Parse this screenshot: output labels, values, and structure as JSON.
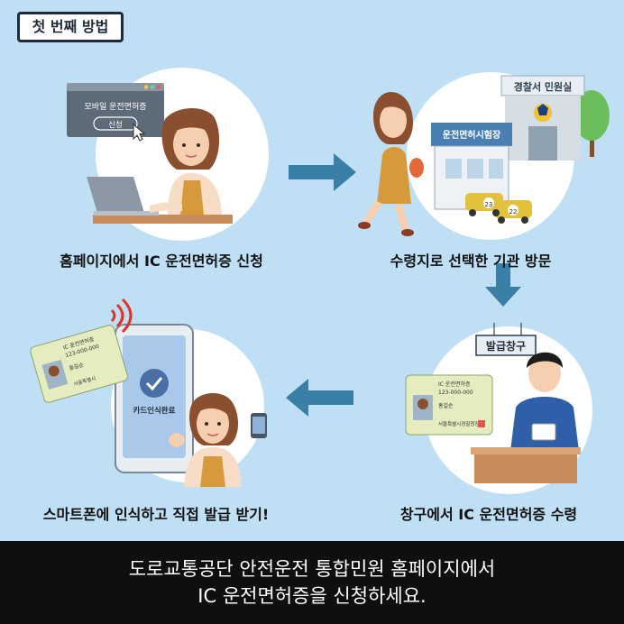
{
  "badge": "첫 번째 방법",
  "steps": {
    "step1": {
      "caption": "홈페이지에서 IC 운전면허증 신청",
      "window_title": "모바일 운전면허증",
      "apply_button": "신청"
    },
    "step2": {
      "caption": "수령지로 선택한 기관 방문",
      "police_sign": "경찰서 민원실",
      "test_center_sign": "운전면허시험장",
      "car_numbers": [
        "23",
        "22"
      ]
    },
    "step3": {
      "caption": "창구에서 IC 운전면허증 수령",
      "window_sign": "발급창구"
    },
    "step4": {
      "caption": "스마트폰에 인식하고 직접 발급 받기!",
      "phone_text": "카드인식완료"
    }
  },
  "license_card": {
    "title": "IC 운전면허증",
    "number": "123-000-000",
    "name": "홍길순",
    "issuer": "서울특별시경찰청장",
    "issuer_short": "서울특별시"
  },
  "footer": {
    "line1": "도로교통공단 안전운전 통합민원 홈페이지에서",
    "line2": "IC 운전면허증을 신청하세요."
  },
  "colors": {
    "background": "#bfe0f4",
    "arrow": "#3a7fa6",
    "footer": "#0f0f0f"
  }
}
